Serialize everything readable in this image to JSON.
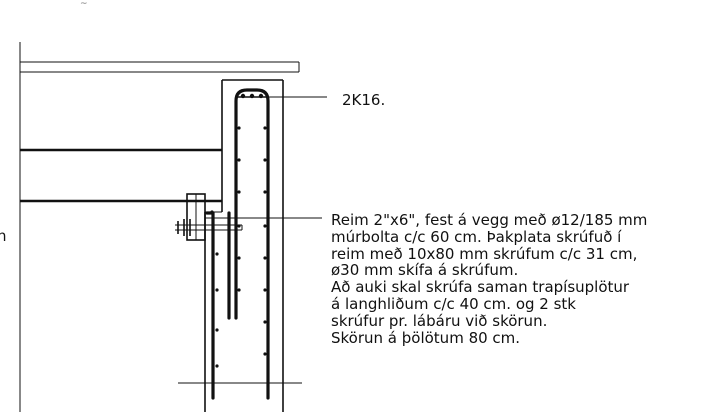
{
  "labels": {
    "rebar_callout": "2K16.",
    "left_edge_fragment": "n",
    "top_fragment": "~"
  },
  "note": {
    "lines": [
      "Reim 2\"x6\", fest á vegg með ø12/185 mm",
      "múrbolta c/c 60 cm. Þakplata skrúfuð í",
      "reim með 10x80 mm skrúfum c/c 31 cm,",
      "ø30 mm skífa á skrúfum.",
      "Að auki skal skrúfa saman trapísuplötur",
      "á langhliðum c/c 40 cm. og 2 stk",
      "skrúfur pr. lábáru við skörun.",
      "Skörun á þölötum 80 cm."
    ]
  },
  "style": {
    "ink": "#111111",
    "background": "#ffffff"
  }
}
